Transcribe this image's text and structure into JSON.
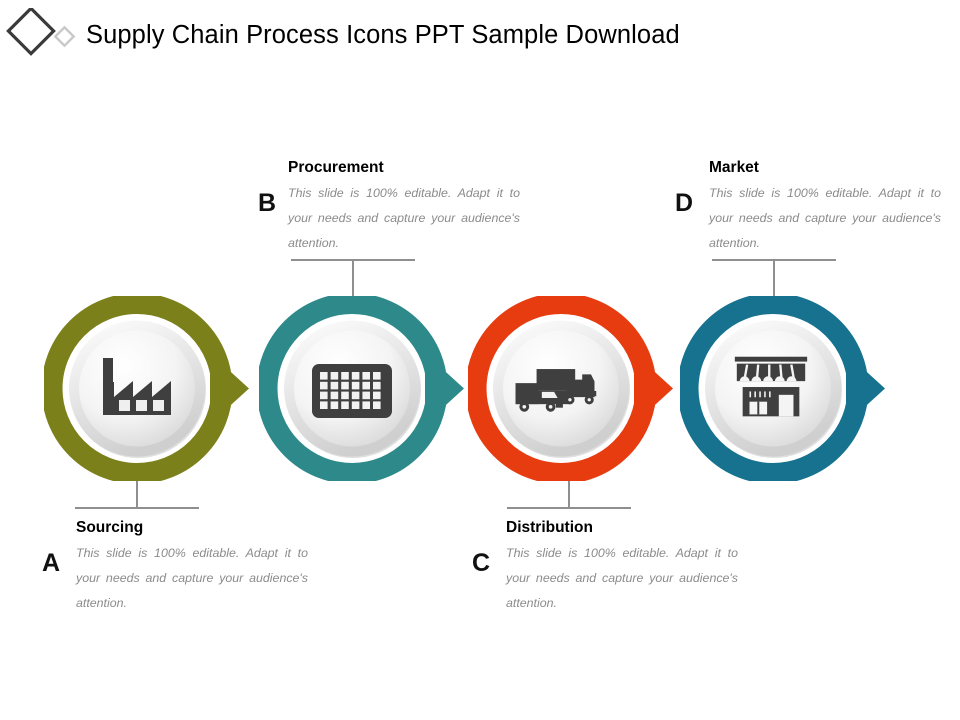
{
  "header": {
    "title": "Supply Chain Process Icons PPT Sample Download",
    "logo_name": "diamond-logo"
  },
  "theme": {
    "olive": "#7c801a",
    "teal": "#2e8a8a",
    "red": "#e63c10",
    "blue": "#16728f",
    "icon_dark": "#3f3f3f",
    "leader_gray": "#8f8f8f",
    "body_gray": "#8b8b8b",
    "disc_light": "#fbfbfb",
    "disc_shade": "#dcdcdc"
  },
  "body_text": "This slide is 100% editable. Adapt it to your needs and capture your audience's attention.",
  "steps": [
    {
      "letter": "A",
      "title": "Sourcing",
      "body": "This slide is 100% editable. Adapt it to your needs and capture your audience's attention.",
      "color": "#7c801a",
      "icon": "factory-icon",
      "position": "bottom"
    },
    {
      "letter": "B",
      "title": "Procurement",
      "body": "This slide is 100% editable. Adapt it to your needs and capture your audience's attention.",
      "color": "#2e8a8a",
      "icon": "grid-warehouse-icon",
      "position": "top"
    },
    {
      "letter": "C",
      "title": "Distribution",
      "body": "This slide is 100% editable. Adapt it to your needs and capture your audience's attention.",
      "color": "#e63c10",
      "icon": "trucks-icon",
      "position": "bottom"
    },
    {
      "letter": "D",
      "title": "Market",
      "body": "This slide is 100% editable. Adapt it to your needs and capture your audience's attention.",
      "color": "#16728f",
      "icon": "storefront-icon",
      "position": "top"
    }
  ]
}
